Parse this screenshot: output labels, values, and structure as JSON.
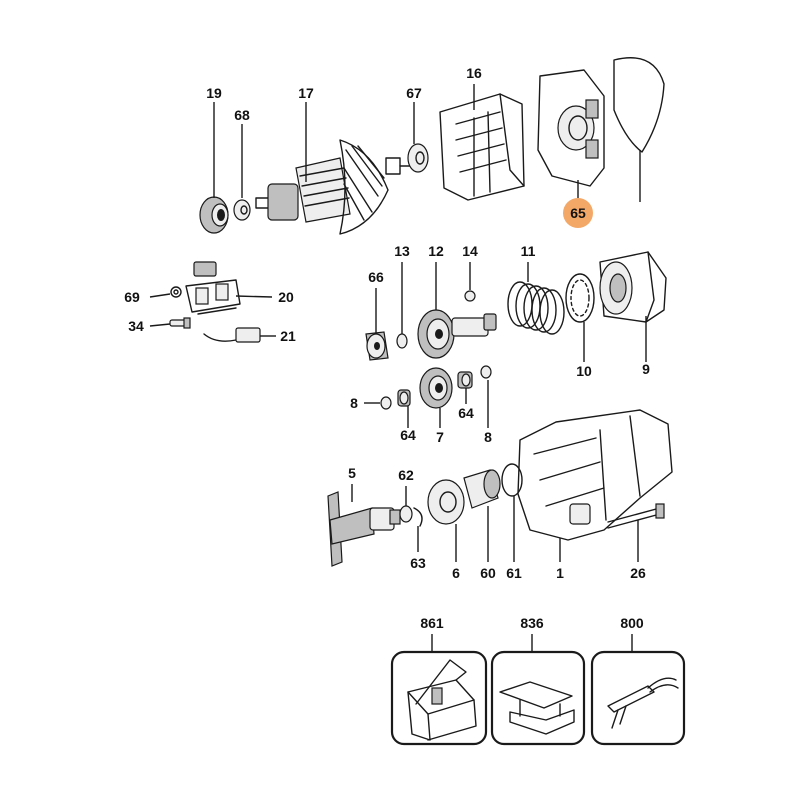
{
  "highlight_color": "#F4A868",
  "callouts": {
    "c19": "19",
    "c68": "68",
    "c17": "17",
    "c67": "67",
    "c16": "16",
    "c65": "65",
    "c66": "66",
    "c13": "13",
    "c12": "12",
    "c14": "14",
    "c11": "11",
    "c10": "10",
    "c9": "9",
    "c69": "69",
    "c20": "20",
    "c34": "34",
    "c21": "21",
    "c8a": "8",
    "c64a": "64",
    "c7": "7",
    "c64b": "64",
    "c8b": "8",
    "c5": "5",
    "c62": "62",
    "c63": "63",
    "c6": "6",
    "c60": "60",
    "c61": "61",
    "c1": "1",
    "c26": "26"
  },
  "accessories": {
    "a861": "861",
    "a836": "836",
    "a800": "800"
  }
}
